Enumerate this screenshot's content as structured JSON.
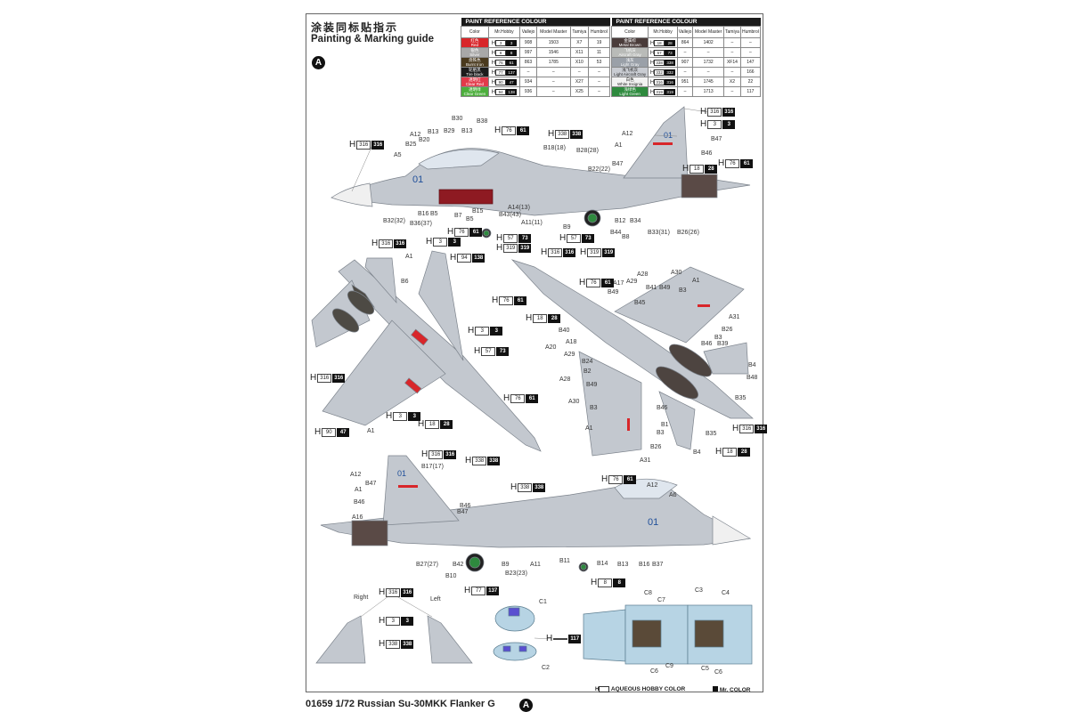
{
  "header": {
    "title_cn": "涂装同标贴指示",
    "title_en": "Painting & Marking guide",
    "scheme_badge": "A"
  },
  "paint_tables": [
    {
      "title": "PAINT REFERENCE COLOUR",
      "columns": [
        "Color",
        "Mr.Hobby",
        "Vallejo",
        "Model Master",
        "Tamiya",
        "Humbrol"
      ],
      "rows": [
        {
          "cn": "红色",
          "name": "Red",
          "color": "#d8262a",
          "hobby": "3",
          "mr": "3",
          "vallejo": "908",
          "model_master": "1503",
          "tamiya": "X7",
          "humbrol": "19"
        },
        {
          "cn": "银色",
          "name": "Silver",
          "color": "#a8a8a8",
          "hobby": "8",
          "mr": "8",
          "vallejo": "997",
          "model_master": "1546",
          "tamiya": "X11",
          "humbrol": "11"
        },
        {
          "cn": "烧铁色",
          "name": "Burnt Iron",
          "color": "#4a3a1e",
          "hobby": "76",
          "mr": "61",
          "vallejo": "863",
          "model_master": "1785",
          "tamiya": "X10",
          "humbrol": "53"
        },
        {
          "cn": "轮胎黑",
          "name": "Tire black",
          "color": "#1c1c1c",
          "hobby": "77",
          "mr": "137",
          "vallejo": "–",
          "model_master": "–",
          "tamiya": "–",
          "humbrol": "–"
        },
        {
          "cn": "透明红",
          "name": "Clear Red",
          "color": "#e23a4a",
          "hobby": "90",
          "mr": "47",
          "vallejo": "934",
          "model_master": "–",
          "tamiya": "X27",
          "humbrol": "–"
        },
        {
          "cn": "透明绿",
          "name": "Clear Green",
          "color": "#4cae3c",
          "hobby": "94",
          "mr": "138",
          "vallejo": "936",
          "model_master": "–",
          "tamiya": "X25",
          "humbrol": "–"
        }
      ]
    },
    {
      "title": "PAINT REFERENCE COLOUR",
      "columns": [
        "Color",
        "Mr.Hobby",
        "Vallejo",
        "Model Master",
        "Tamiya",
        "Humbrol"
      ],
      "rows": [
        {
          "cn": "金属棕",
          "name": "Metal Brown",
          "color": "#4a3c3a",
          "hobby": "18",
          "mr": "28",
          "vallejo": "864",
          "model_master": "1402",
          "tamiya": "–",
          "humbrol": "–"
        },
        {
          "cn": "飞机灰",
          "name": "Aircraft Gray",
          "color": "#b9bbb8",
          "hobby": "57",
          "mr": "73",
          "vallejo": "–",
          "model_master": "–",
          "tamiya": "–",
          "humbrol": "–"
        },
        {
          "cn": "浅灰",
          "name": "Light Gray",
          "color": "#9aa0a8",
          "hobby": "338",
          "mr": "338",
          "vallejo": "907",
          "model_master": "1732",
          "tamiya": "XF14",
          "humbrol": "147"
        },
        {
          "cn": "浅飞机灰",
          "name": "Light Aircraft Gray",
          "color": "#c9ccd2",
          "hobby": "332",
          "mr": "332",
          "vallejo": "–",
          "model_master": "–",
          "tamiya": "–",
          "humbrol": "166"
        },
        {
          "cn": "白色",
          "name": "White Insignia",
          "color": "#f2f2f2",
          "hobby": "316",
          "mr": "316",
          "vallejo": "951",
          "model_master": "1745",
          "tamiya": "X2",
          "humbrol": "22"
        },
        {
          "cn": "浅绿色",
          "name": "Light Green",
          "color": "#2e8a3e",
          "hobby": "319",
          "mr": "319",
          "vallejo": "–",
          "model_master": "1713",
          "tamiya": "–",
          "humbrol": "117"
        }
      ]
    }
  ],
  "views": {
    "side_left": {
      "serial": "01",
      "labels": [
        "A12",
        "B13",
        "B29",
        "B30",
        "B13",
        "B38",
        "B25",
        "B20",
        "A5",
        "B16",
        "B5",
        "B32(32)",
        "B36(37)",
        "B7",
        "B15",
        "B5",
        "A14(13)",
        "B43(43)",
        "A11(11)",
        "B18(18)",
        "B28(28)",
        "B22(22)",
        "B47",
        "A12",
        "A1",
        "B47",
        "B46",
        "B9",
        "B12",
        "B34",
        "B44",
        "B8",
        "B33(31)",
        "B26(26)"
      ],
      "chips": [
        [
          "316",
          "316"
        ],
        [
          "76",
          "61"
        ],
        [
          "338",
          "338"
        ],
        [
          "316",
          "316"
        ],
        [
          "3",
          "3"
        ],
        [
          "18",
          "28"
        ],
        [
          "76",
          "61"
        ],
        [
          "76",
          "61"
        ],
        [
          "3",
          "3"
        ],
        [
          "57",
          "73"
        ],
        [
          "319",
          "319"
        ],
        [
          "57",
          "73"
        ],
        [
          "316",
          "316"
        ],
        [
          "319",
          "319"
        ]
      ]
    },
    "top": {
      "labels": [
        "A1",
        "B6",
        "A1"
      ],
      "chips": [
        [
          "316",
          "316"
        ],
        [
          "94",
          "138"
        ],
        [
          "3",
          "3"
        ],
        [
          "57",
          "73"
        ],
        [
          "316",
          "316"
        ],
        [
          "3",
          "3"
        ],
        [
          "18",
          "28"
        ],
        [
          "90",
          "47"
        ],
        [
          "338",
          "338"
        ]
      ]
    },
    "bottom": {
      "labels": [
        "A17",
        "A29",
        "A28",
        "A30",
        "A1",
        "B49",
        "B41",
        "B49",
        "B3",
        "B45",
        "A31",
        "B40",
        "B26",
        "B3",
        "A18",
        "B46",
        "B39",
        "A20",
        "A29",
        "B24",
        "B4",
        "B2",
        "B48",
        "A28",
        "B49",
        "B35",
        "A30",
        "B3",
        "B46",
        "B1",
        "A1",
        "B3",
        "B35",
        "B26",
        "B4",
        "A31"
      ],
      "chips": [
        [
          "76",
          "61"
        ],
        [
          "76",
          "61"
        ],
        [
          "18",
          "28"
        ],
        [
          "76",
          "61"
        ],
        [
          "316",
          "316"
        ],
        [
          "18",
          "28"
        ]
      ]
    },
    "side_right": {
      "serial": "01",
      "labels": [
        "B17(17)",
        "A12",
        "B47",
        "A1",
        "B46",
        "A16",
        "B46",
        "B47",
        "A12",
        "A6",
        "B27(27)",
        "B42",
        "B10",
        "B9",
        "A11",
        "B23(23)",
        "B11",
        "B14",
        "B13",
        "B16",
        "B37"
      ],
      "chips": [
        [
          "316",
          "316"
        ],
        [
          "338",
          "338"
        ],
        [
          "76",
          "61"
        ],
        [
          "77",
          "137"
        ],
        [
          "8",
          "8"
        ]
      ]
    },
    "fins": {
      "labels": [
        "Right",
        "Left"
      ],
      "chips": [
        [
          "316",
          "316"
        ],
        [
          "3",
          "3"
        ],
        [
          "338",
          "338"
        ]
      ]
    },
    "cockpit": {
      "labels": [
        "C1",
        "C2",
        "C8",
        "C7",
        "C3",
        "C4",
        "C6",
        "C9",
        "C5",
        "C6"
      ],
      "chips": [
        [
          "",
          "117"
        ]
      ]
    }
  },
  "legend": {
    "aqueous": "AQUEOUS HOBBY COLOR",
    "mr": "Mr. COLOR",
    "h_prefix": "H"
  },
  "footer": {
    "title": "01659 1/72 Russian Su-30MKK Flanker G",
    "scheme_badge": "A"
  },
  "colors": {
    "aircraft_gray": "#c3c8cf",
    "insignia_red": "#d8262a",
    "serial_blue": "#1f4f9a"
  }
}
